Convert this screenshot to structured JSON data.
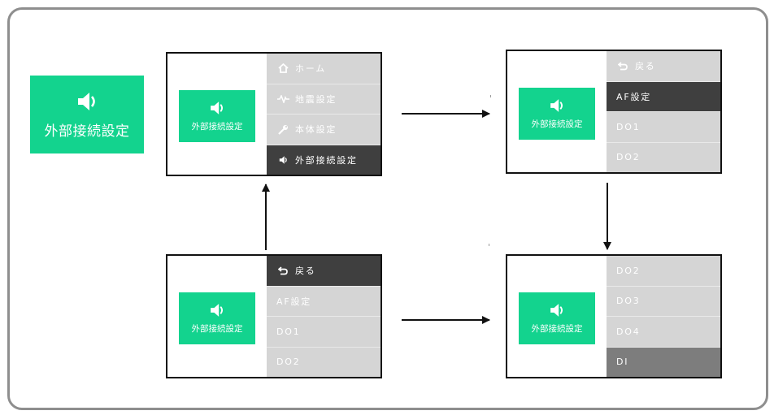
{
  "big_tile": {
    "label": "外部接続設定",
    "icon": "speaker-icon",
    "color": "#13d38e"
  },
  "screen_main": {
    "tile_label": "外部接続設定",
    "menu": [
      {
        "label": "ホーム",
        "icon": "home-icon",
        "state": "normal"
      },
      {
        "label": "地震設定",
        "icon": "wave-icon",
        "state": "normal"
      },
      {
        "label": "本体設定",
        "icon": "wrench-icon",
        "state": "normal"
      },
      {
        "label": "外部接続設定",
        "icon": "speaker-icon",
        "state": "selected"
      }
    ]
  },
  "screen_af": {
    "tile_label": "外部接続設定",
    "menu": [
      {
        "label": "戻る",
        "icon": "return-icon",
        "state": "normal"
      },
      {
        "label": "AF設定",
        "state": "selected"
      },
      {
        "label": "DO1",
        "state": "normal"
      },
      {
        "label": "DO2",
        "state": "normal"
      }
    ]
  },
  "screen_back": {
    "tile_label": "外部接続設定",
    "menu": [
      {
        "label": "戻る",
        "icon": "return-icon",
        "state": "selected"
      },
      {
        "label": "AF設定",
        "state": "normal"
      },
      {
        "label": "DO1",
        "state": "normal"
      },
      {
        "label": "DO2",
        "state": "normal"
      }
    ]
  },
  "screen_di": {
    "tile_label": "外部接続設定",
    "menu": [
      {
        "label": "DO2",
        "state": "normal"
      },
      {
        "label": "DO3",
        "state": "normal"
      },
      {
        "label": "DO4",
        "state": "normal"
      },
      {
        "label": "DI",
        "state": "highlight"
      }
    ]
  },
  "colors": {
    "accent": "#13d38e",
    "menu_bg": "#d5d5d5",
    "selected": "#3f3f3f",
    "highlight": "#7d7d7d",
    "frame": "#8e8e8e"
  }
}
